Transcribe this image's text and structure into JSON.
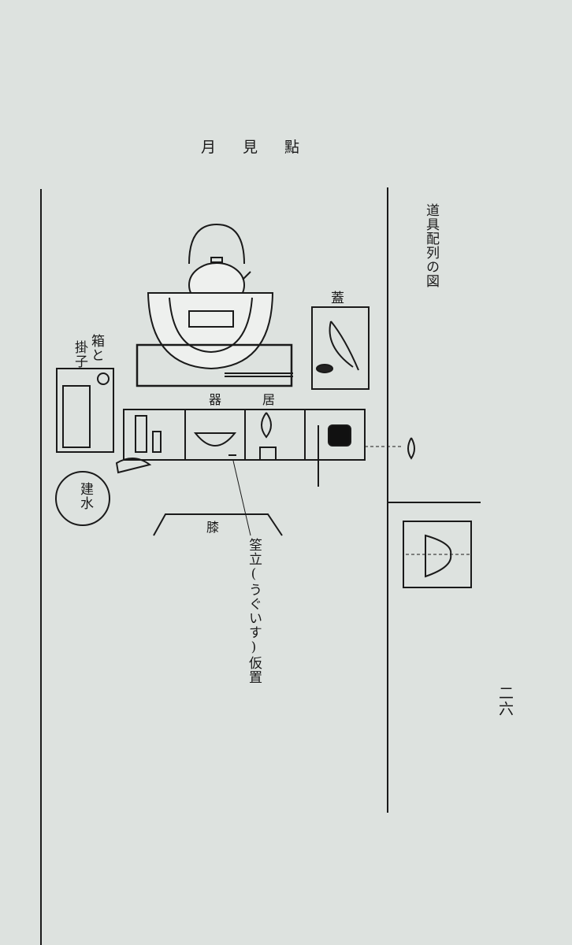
{
  "page": {
    "title": "月見點",
    "diagram_caption": "道具配列の図",
    "page_number": "二六"
  },
  "labels": {
    "lid_rest": "蓋",
    "box_and_tray_col1": "箱と",
    "box_and_tray_col2": "掛子",
    "kikyo_left": "器",
    "kikyo_right": "居",
    "waste_water": "建水",
    "knee": "膝",
    "whisk_stand_note": "筌立(うぐいす)仮置"
  }
}
